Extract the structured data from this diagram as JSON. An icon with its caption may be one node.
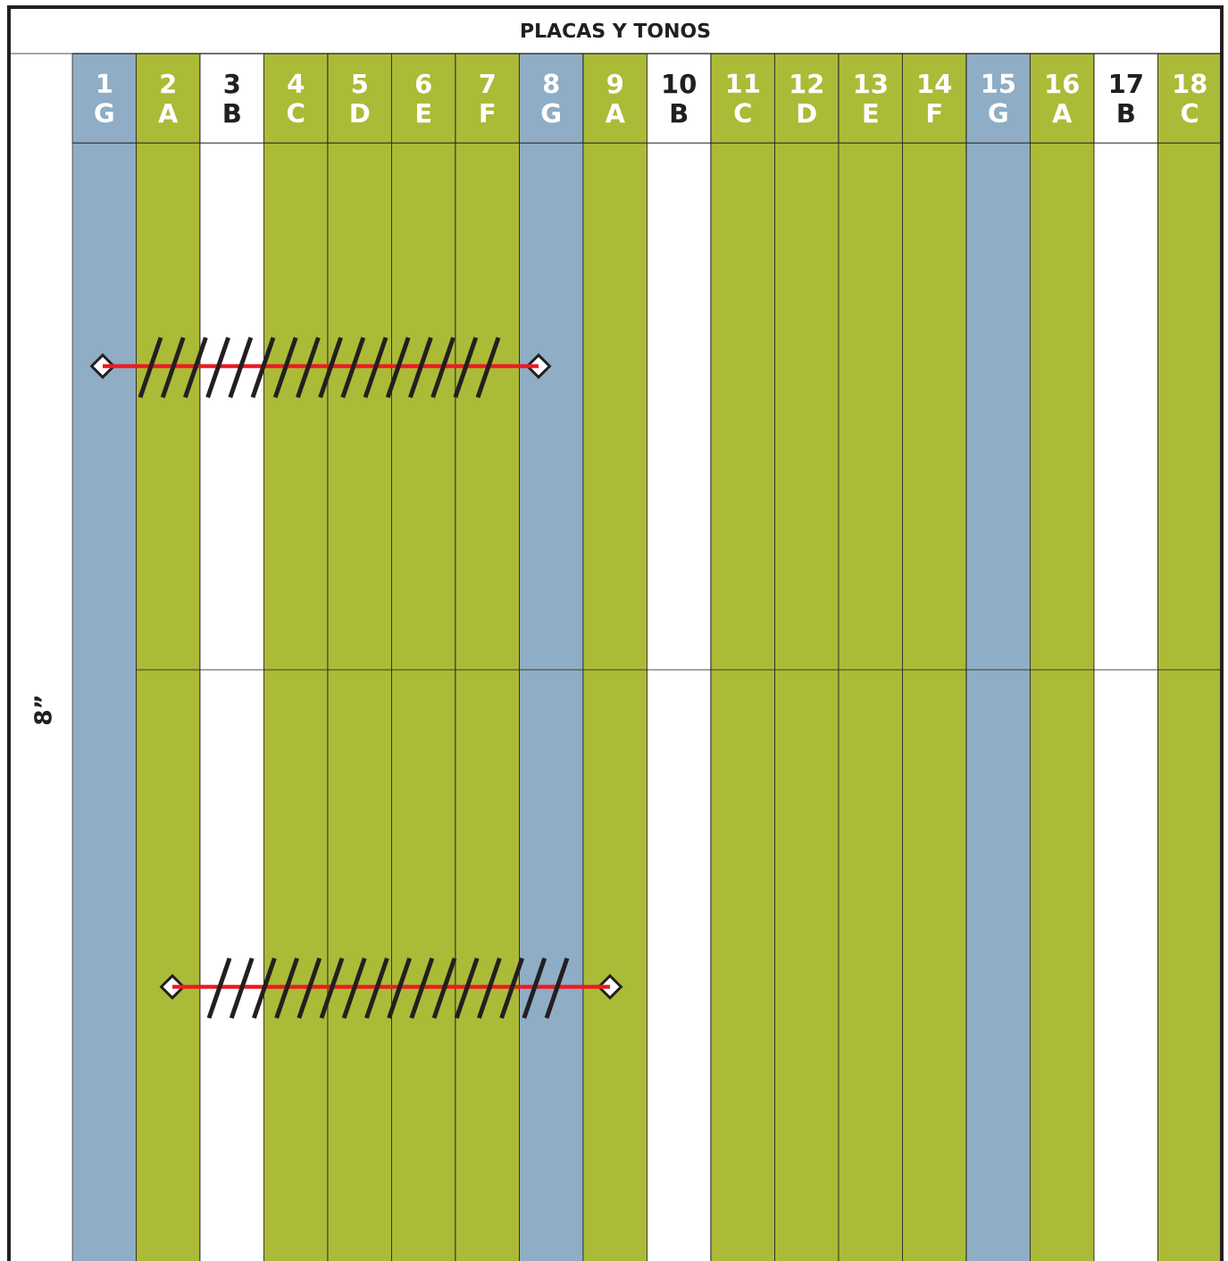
{
  "diagram": {
    "title": "PLACAS Y TONOS",
    "nodes": [
      {
        "text": [
          "1",
          "G"
        ]
      },
      {
        "text": [
          "2",
          "A"
        ]
      },
      {
        "text": [
          "3",
          "B"
        ]
      },
      {
        "text": [
          "4",
          "C"
        ]
      },
      {
        "text": [
          "5",
          "D"
        ]
      },
      {
        "text": [
          "6",
          "E"
        ]
      },
      {
        "text": [
          "7",
          "F"
        ]
      },
      {
        "text": [
          "8",
          "G"
        ]
      },
      {
        "text": [
          "9",
          "A"
        ]
      },
      {
        "text": [
          "10",
          "B"
        ]
      },
      {
        "text": [
          "11",
          "C"
        ]
      },
      {
        "text": [
          "12",
          "D"
        ]
      },
      {
        "text": [
          "13",
          "E"
        ]
      },
      {
        "text": [
          "14",
          "F"
        ]
      },
      {
        "text": [
          "15",
          "G"
        ]
      },
      {
        "text": [
          "16",
          "A"
        ]
      },
      {
        "text": [
          "17",
          "B"
        ]
      },
      {
        "text": [
          "18",
          "C"
        ]
      },
      {
        "text": [],
        "shape": "diamond"
      },
      {
        "text": [],
        "shape": "diamond"
      },
      {
        "text": [],
        "shape": "diamond"
      },
      {
        "text": [],
        "shape": "diamond"
      }
    ],
    "edges": [
      {
        "from": 18,
        "to": 19,
        "arrow": "none"
      },
      {
        "from": 20,
        "to": 21,
        "arrow": "none"
      }
    ],
    "labels": [
      "8”"
    ]
  }
}
